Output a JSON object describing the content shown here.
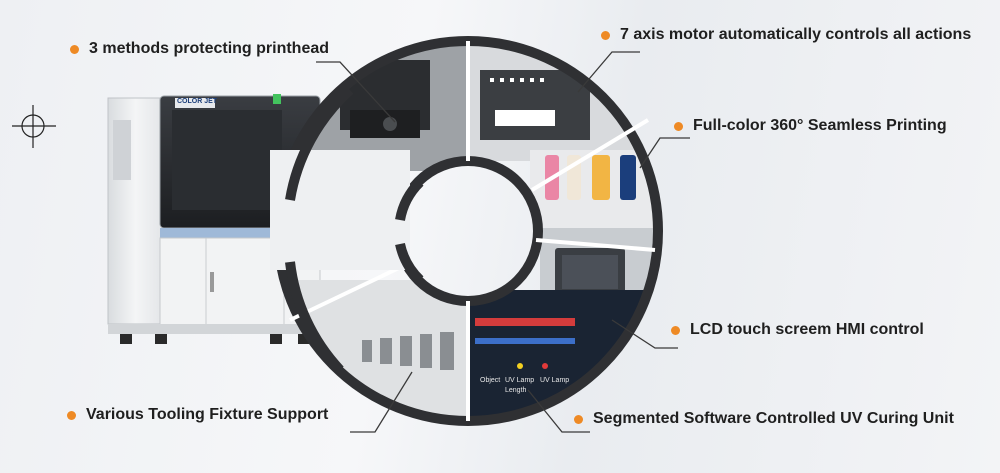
{
  "machine": {
    "brand_label": "COLOR JET"
  },
  "features": [
    {
      "label": "3 methods protecting printhead"
    },
    {
      "label": "7 axis motor automatically controls all actions"
    },
    {
      "label": "Full-color 360° Seamless Printing"
    },
    {
      "label": "LCD touch screem HMI control"
    },
    {
      "label": "Segmented Software Controlled UV Curing Unit"
    },
    {
      "label": "Various Tooling Fixture Support"
    }
  ],
  "uv_panel": {
    "label_1": "Object",
    "label_2": "UV Lamp",
    "label_3": "Length",
    "label_4": "UV Lamp"
  },
  "colors": {
    "accent_orange": "#ee8a25",
    "ring": "#2f3033",
    "leader": "#3a3a3a"
  }
}
